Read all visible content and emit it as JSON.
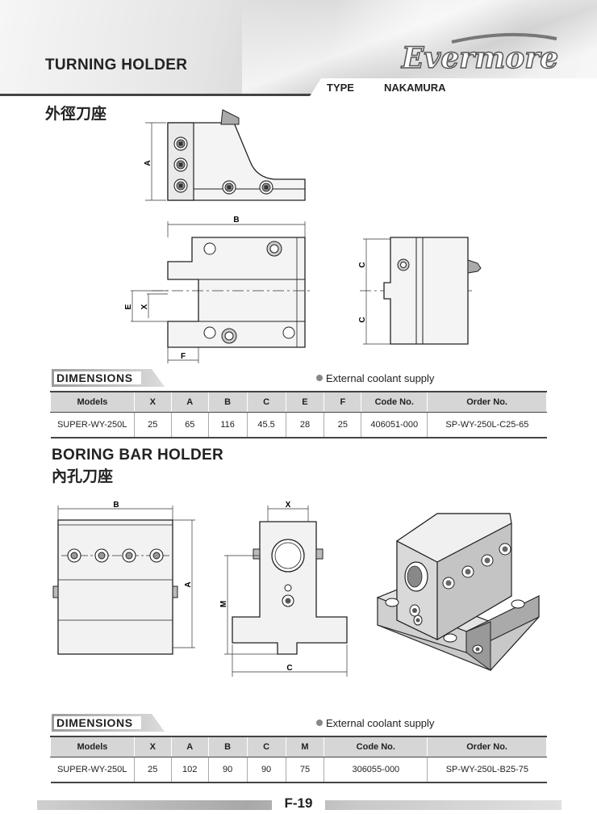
{
  "header": {
    "title": "TURNING HOLDER",
    "brand": "Evermore",
    "type_label": "TYPE",
    "type_value": "NAKAMURA"
  },
  "section1": {
    "cn_title": "外徑刀座",
    "drawing_labels": {
      "a": "A",
      "b": "B",
      "c1": "C",
      "c2": "C",
      "e": "E",
      "x": "X",
      "f": "F"
    },
    "dimensions_label": "DIMENSIONS",
    "note": "External coolant supply",
    "table": {
      "headers": [
        "Models",
        "X",
        "A",
        "B",
        "C",
        "E",
        "F",
        "Code No.",
        "Order No."
      ],
      "rows": [
        [
          "SUPER-WY-250L",
          "25",
          "65",
          "116",
          "45.5",
          "28",
          "25",
          "406051-000",
          "SP-WY-250L-C25-65"
        ]
      ]
    }
  },
  "section2": {
    "title": "BORING BAR HOLDER",
    "cn_title": "內孔刀座",
    "drawing_labels": {
      "b": "B",
      "a": "A",
      "x": "X",
      "m": "M",
      "c": "C"
    },
    "dimensions_label": "DIMENSIONS",
    "note": "External coolant supply",
    "table": {
      "headers": [
        "Models",
        "X",
        "A",
        "B",
        "C",
        "M",
        "Code No.",
        "Order No."
      ],
      "rows": [
        [
          "SUPER-WY-250L",
          "25",
          "102",
          "90",
          "90",
          "75",
          "306055-000",
          "SP-WY-250L-B25-75"
        ]
      ]
    }
  },
  "footer": {
    "page": "F-19"
  }
}
